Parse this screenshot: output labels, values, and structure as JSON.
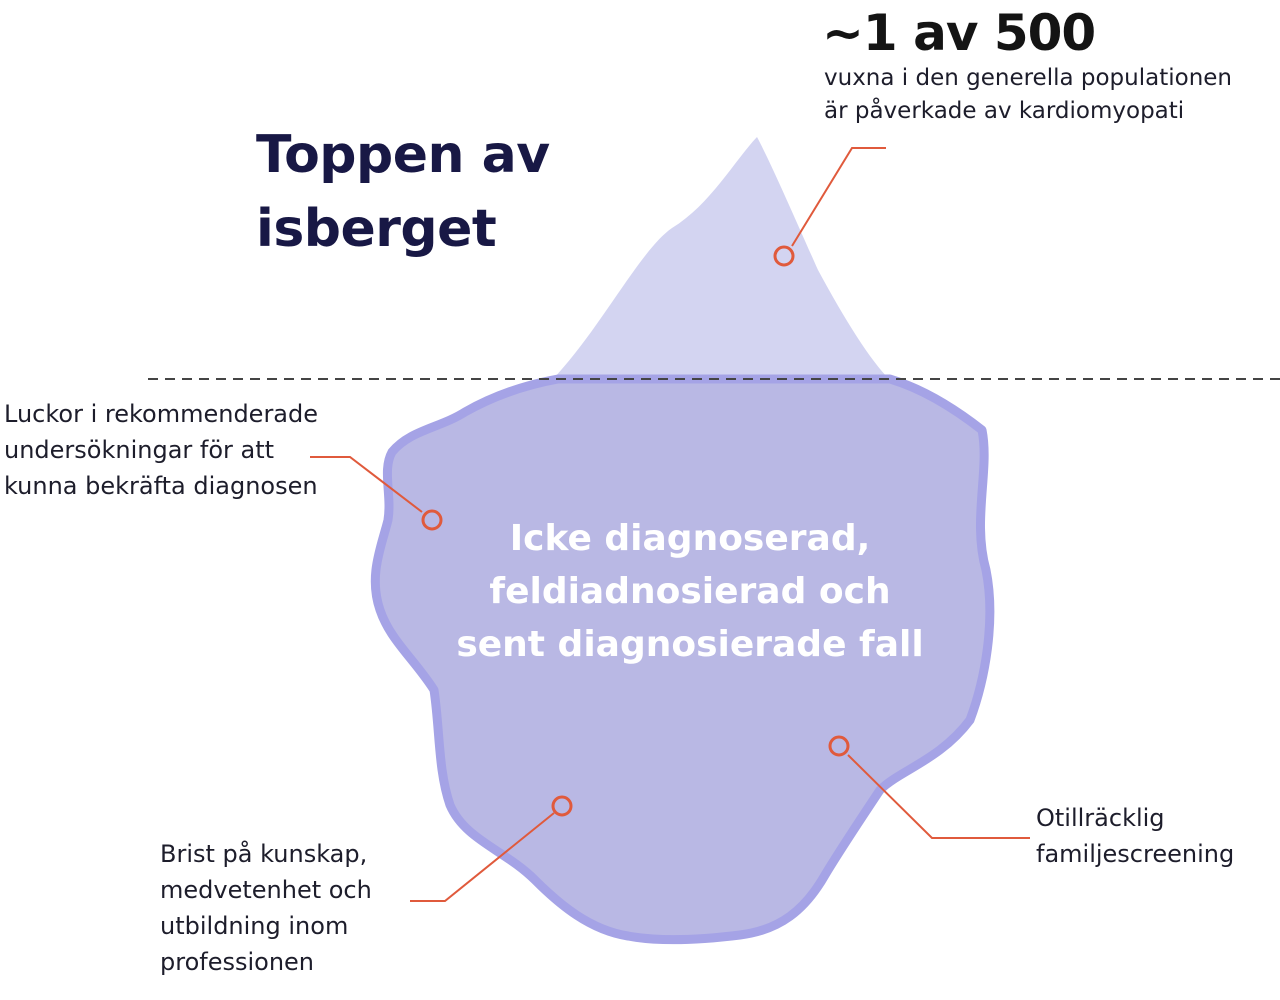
{
  "title": {
    "line1": "Toppen av",
    "line2": "isberget"
  },
  "stat": {
    "value": "~1 av 500",
    "desc_line1": "vuxna i den generella populationen",
    "desc_line2": "är påverkade av kardiomyopati"
  },
  "center_label": {
    "line1": "Icke diagnoserad,",
    "line2": "feldiadnosierad och",
    "line3": "sent diagnosierade fall"
  },
  "callouts": {
    "gaps": {
      "line1": "Luckor i rekommenderade",
      "line2": "undersökningar för att",
      "line3": "kunna bekräfta diagnosen"
    },
    "knowledge": {
      "line1": "Brist på kunskap,",
      "line2": "medvetenhet och",
      "line3": "utbildning inom",
      "line4": "professionen"
    },
    "screening": {
      "line1": "Otillräcklig",
      "line2": "familjescreening"
    }
  },
  "colors": {
    "tip_fill": "#d3d4f1",
    "body_fill": "#b9b8e4",
    "body_outline": "#a5a3e6",
    "marker": "#e05a3c",
    "title": "#181845",
    "waterline": "#444444",
    "center_text": "#ffffff"
  }
}
